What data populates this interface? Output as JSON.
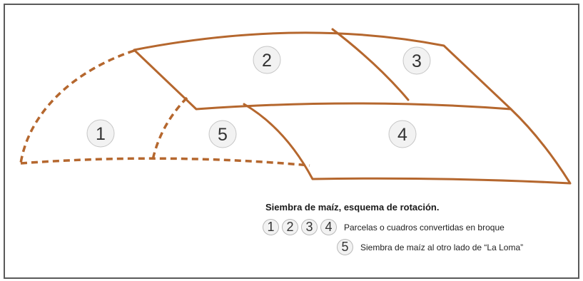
{
  "diagram": {
    "regions": [
      {
        "id": "1",
        "label": "1"
      },
      {
        "id": "2",
        "label": "2"
      },
      {
        "id": "3",
        "label": "3"
      },
      {
        "id": "4",
        "label": "4"
      },
      {
        "id": "5",
        "label": "5"
      }
    ],
    "colors": {
      "parcel_line": "#b5672e",
      "border": "#5a5a5a",
      "circle_fill": "#f2f2f2"
    }
  },
  "legend": {
    "title": "Siembra de maíz, esquema de rotación.",
    "rows": [
      {
        "badges": [
          "1",
          "2",
          "3",
          "4"
        ],
        "text": "Parcelas o cuadros convertidas en broque"
      },
      {
        "badges": [
          "5"
        ],
        "text": "Siembra de maíz al otro lado de “La Loma”"
      }
    ]
  }
}
